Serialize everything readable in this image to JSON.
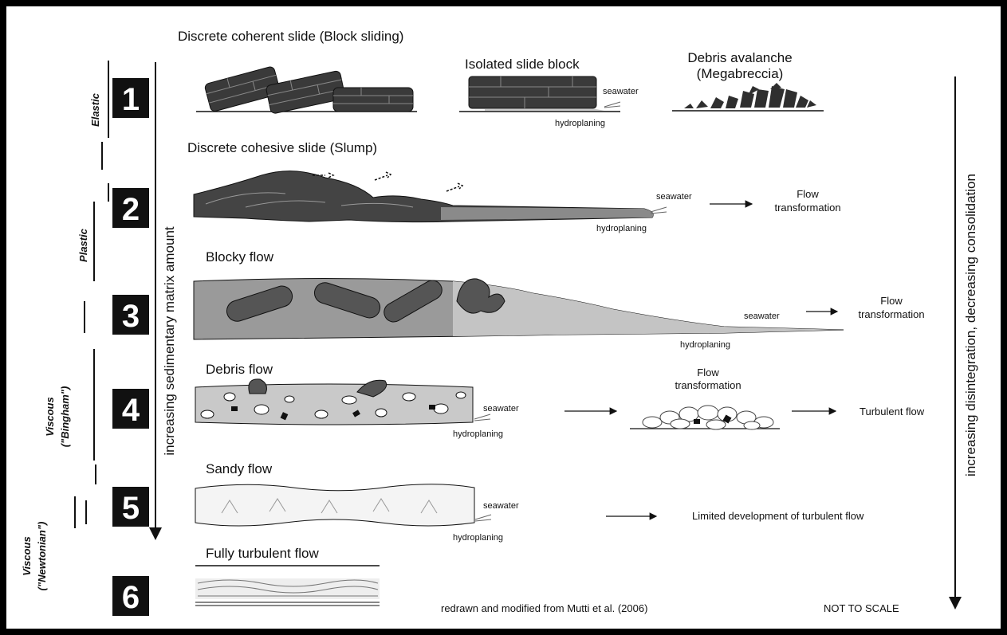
{
  "rows": [
    {
      "number": "1",
      "title": "Discrete coherent slide (Block sliding)"
    },
    {
      "number": "2",
      "title": "Discrete cohesive slide (Slump)"
    },
    {
      "number": "3",
      "title": "Blocky flow"
    },
    {
      "number": "4",
      "title": "Debris flow"
    },
    {
      "number": "5",
      "title": "Sandy flow"
    },
    {
      "number": "6",
      "title": "Fully turbulent flow"
    }
  ],
  "row1": {
    "isolated": "Isolated slide block",
    "debris_line1": "Debris avalanche",
    "debris_line2": "(Megabreccia)"
  },
  "labels": {
    "seawater": "seawater",
    "hydroplaning": "hydroplaning",
    "flow": "Flow",
    "transformation": "transformation",
    "turbulent_flow": "Turbulent flow",
    "limited": "Limited development of turbulent flow"
  },
  "rheology": {
    "elastic": "Elastic",
    "plastic": "Plastic",
    "viscous": "Viscous",
    "bingham": "(\"Bingham\")",
    "newtonian": "(\"Newtonian\")"
  },
  "axes": {
    "left": "increasing sedimentary matrix amount",
    "right": "increasing disintegration, decreasing consolidation"
  },
  "footer": {
    "credit": "redrawn and modified from Mutti et al. (2006)",
    "scale": "NOT TO SCALE"
  },
  "colors": {
    "dark_fill": "#3a3a3a",
    "mid_fill": "#8a8a8a",
    "light_fill": "#bdbdbd",
    "pale_fill": "#d9d9d9"
  }
}
